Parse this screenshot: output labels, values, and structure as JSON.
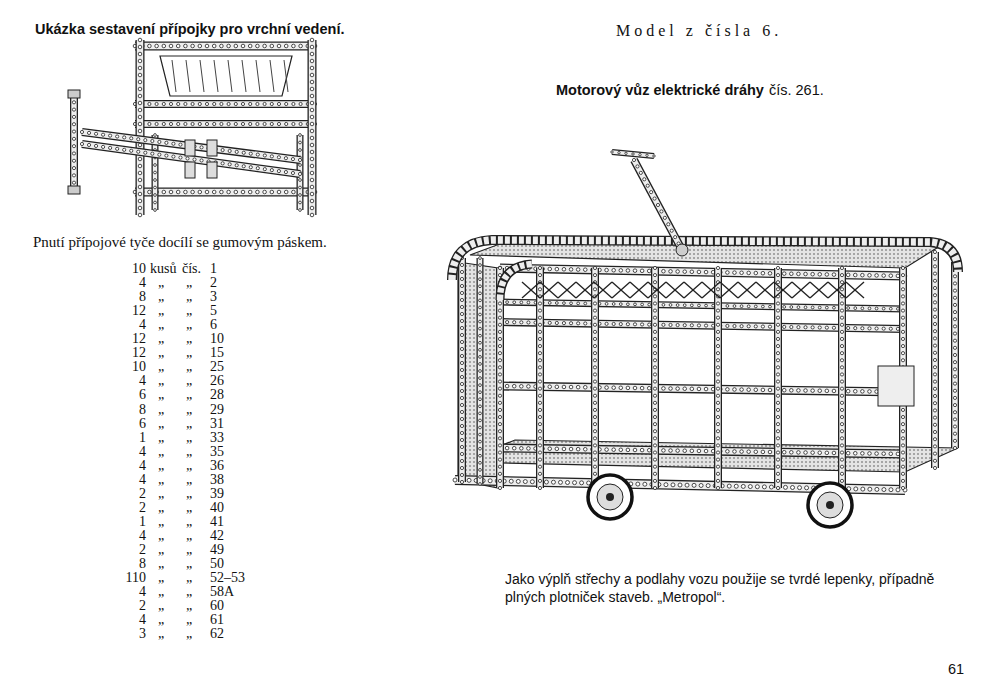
{
  "diagram": {
    "labels": [
      "Ukázka sestavení přípojky pro vrchní vedení.",
      "Pnutí přípojové tyče docílí se gumovým páskem.",
      "10",
      "kusů",
      "čís.",
      "1",
      "4",
      "„",
      "„",
      "2",
      "8",
      "„",
      "„",
      "3",
      "12",
      "„",
      "„",
      "5",
      "4",
      "„",
      "„",
      "6",
      "12",
      "„",
      "„",
      "10",
      "12",
      "„",
      "„",
      "15",
      "10",
      "„",
      "„",
      "25",
      "4",
      "„",
      "„",
      "26",
      "6",
      "„",
      "„",
      "28",
      "8",
      "„",
      "„",
      "29",
      "6",
      "„",
      "„",
      "31",
      "1",
      "„",
      "„",
      "33",
      "4",
      "„",
      "„",
      "35",
      "4",
      "„",
      "„",
      "36",
      "4",
      "„",
      "„",
      "38",
      "2",
      "„",
      "„",
      "39",
      "2",
      "„",
      "„",
      "40",
      "1",
      "„",
      "„",
      "41",
      "4",
      "„",
      "„",
      "42",
      "2",
      "„",
      "„",
      "49",
      "8",
      "„",
      "„",
      "50",
      "110",
      "„",
      "„",
      "52–53",
      "4",
      "„",
      "„",
      "58A",
      "2",
      "„",
      "„",
      "60",
      "4",
      "„",
      "„",
      "61",
      "3",
      "„",
      "„",
      "62",
      "Model z čísla 6.",
      "Motorový vůz elektrické dráhy",
      "čís. 261.",
      "Jako výplň střechy a podlahy vozu použije se tvrdé lepenky, případně plných plotniček staveb. „Metropol“.",
      "61"
    ]
  }
}
